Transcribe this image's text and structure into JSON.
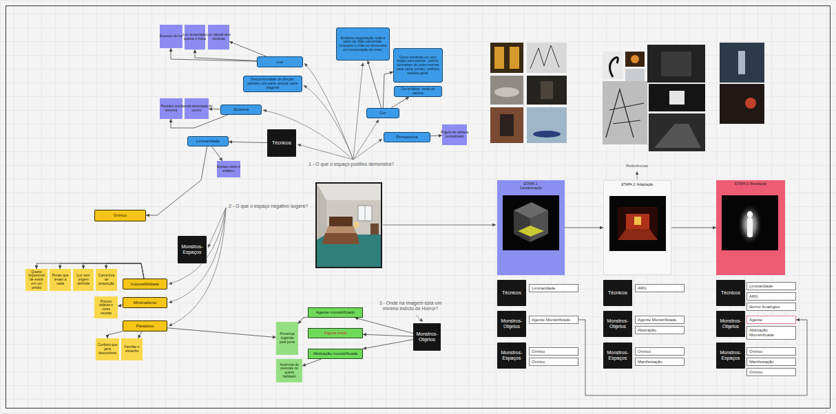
{
  "diagram": {
    "nodes": [
      {
        "text": [
          "Técnicos"
        ]
      },
      {
        "text": [
          "Luz"
        ]
      },
      {
        "text": [
          "Descontinuidade de direção: paredes com parte vertical, parte diagonal"
        ]
      },
      {
        "text": [
          "Simetria"
        ]
      },
      {
        "text": [
          "Liminaridade"
        ]
      },
      {
        "text": [
          "Evidente degradação: toda a parte do chão carcomida, enquanto o chão se demonstra em conservação do resto."
        ]
      },
      {
        "text": [
          "Cores sombrias em tons beges para parede, cortina, contrastes às cores mornas para cama (verde), melhora estética geral."
        ]
      },
      {
        "text": [
          "Cor enfática: verde do carpete"
        ]
      },
      {
        "text": [
          "Cor"
        ]
      },
      {
        "text": [
          "Perspectiva"
        ]
      },
      {
        "text": [
          "Excesso de luz"
        ]
      },
      {
        "text": [
          "Luz amarelada, quente e fraca"
        ]
      },
      {
        "text": [
          "Luz natural sem sombras"
        ]
      },
      {
        "text": [
          "Paredes sem simetria"
        ]
      },
      {
        "text": [
          "Janela deslocada do centro"
        ]
      },
      {
        "text": [
          "Espaço vazio e estático"
        ]
      },
      {
        "text": [
          "Ângulo de câmera centralizado"
        ]
      },
      {
        "text": [
          "Onírico"
        ]
      },
      {
        "text": [
          "Monstros-Espaços"
        ]
      },
      {
        "text": [
          "Impossibilidade"
        ]
      },
      {
        "text": [
          "Minimalismo"
        ]
      },
      {
        "text": [
          "Paradoxo"
        ]
      },
      {
        "text": [
          "Quarto impossível de existir em um prédio"
        ]
      },
      {
        "text": [
          "Portas que levam a nada"
        ]
      },
      {
        "text": [
          "Luz sem origem definida"
        ]
      },
      {
        "text": [
          "Cama fora de proporção"
        ]
      },
      {
        "text": [
          "Poucos objetos e cores neutras"
        ]
      },
      {
        "text": [
          "Conforto que gera desconforto"
        ]
      },
      {
        "text": [
          "Familiar e estranho"
        ]
      },
      {
        "text": [
          "Monstros-Objetos"
        ]
      },
      {
        "text": [
          "Agente monstrificado"
        ]
      },
      {
        "text": [
          "Figura irreal"
        ]
      },
      {
        "text": [
          "Abstração monstrificada"
        ]
      },
      {
        "text": [
          "Presença sugerida pela porta"
        ]
      },
      {
        "text": [
          "Ausência de pessoas no quarto habitado"
        ]
      },
      {
        "text": [
          "ETAPA 1: Contaminação"
        ]
      },
      {
        "text": [
          "ETAPA 2: Adaptação"
        ]
      },
      {
        "text": [
          "ETAPA 3: Revelação"
        ]
      },
      {
        "text": [
          "Técnicos"
        ]
      },
      {
        "text": [
          "Liminaridade"
        ]
      },
      {
        "text": [
          "Monstros-Objetos"
        ]
      },
      {
        "text": [
          "Agente Monstrificado"
        ]
      },
      {
        "text": [
          "Monstros-Espaços"
        ]
      },
      {
        "text": [
          "Onírico"
        ]
      },
      {
        "text": [
          "Onírico"
        ]
      },
      {
        "text": [
          "Técnicos"
        ]
      },
      {
        "text": [
          "ARG"
        ]
      },
      {
        "text": [
          "Monstros-Objetos"
        ]
      },
      {
        "text": [
          "Agente Monstrificado"
        ]
      },
      {
        "text": [
          "Abstração"
        ]
      },
      {
        "text": [
          "Monstros-Espaços"
        ]
      },
      {
        "text": [
          "Onírico"
        ]
      },
      {
        "text": [
          "Manifestação"
        ]
      },
      {
        "text": [
          "Técnicos"
        ]
      },
      {
        "text": [
          "Liminaridade"
        ]
      },
      {
        "text": [
          "ARG"
        ]
      },
      {
        "text": [
          "Horror Analógico"
        ]
      },
      {
        "text": [
          "Monstros-Objetos"
        ]
      },
      {
        "text": [
          "Agente"
        ]
      },
      {
        "text": [
          "Abstração Monstrificada"
        ]
      },
      {
        "text": [
          "Monstros-Espaços"
        ]
      },
      {
        "text": [
          "Onírico"
        ]
      },
      {
        "text": [
          "Manifestação"
        ]
      },
      {
        "text": [
          "Onírico"
        ]
      }
    ],
    "edges": [
      {
        "from": 0,
        "to": 4,
        "arrow": "to"
      },
      {
        "from": 1,
        "to": 10,
        "arrow": "to"
      },
      {
        "from": 1,
        "to": 11,
        "arrow": "to"
      },
      {
        "from": 1,
        "to": 12,
        "arrow": "to"
      },
      {
        "from": 3,
        "to": 13,
        "arrow": "to"
      },
      {
        "from": 3,
        "to": 14,
        "arrow": "to"
      },
      {
        "from": 4,
        "to": 15,
        "arrow": "to"
      },
      {
        "from": 4,
        "to": 17,
        "arrow": "to"
      },
      {
        "from": 8,
        "to": 5,
        "arrow": "to"
      },
      {
        "from": 8,
        "to": 6,
        "arrow": "to"
      },
      {
        "from": 8,
        "to": 7,
        "arrow": "to"
      },
      {
        "from": 9,
        "to": 16,
        "arrow": "to"
      },
      {
        "from": 19,
        "to": 22,
        "arrow": "to"
      },
      {
        "from": 19,
        "to": 23,
        "arrow": "to"
      },
      {
        "from": 19,
        "to": 24,
        "arrow": "to"
      },
      {
        "from": 19,
        "to": 25,
        "arrow": "to"
      },
      {
        "from": 20,
        "to": 26,
        "arrow": "to"
      },
      {
        "from": 21,
        "to": 27,
        "arrow": "to"
      },
      {
        "from": 21,
        "to": 28,
        "arrow": "to"
      },
      {
        "from": 21,
        "to": 33,
        "arrow": "to"
      },
      {
        "from": 29,
        "to": 30,
        "arrow": "to"
      },
      {
        "from": 29,
        "to": 31,
        "arrow": "to"
      },
      {
        "from": 29,
        "to": 32,
        "arrow": "to"
      },
      {
        "from": 30,
        "to": 33,
        "arrow": "to"
      },
      {
        "from": 32,
        "to": 34,
        "arrow": "to"
      },
      {
        "from": 35,
        "to": 36,
        "arrow": "to"
      },
      {
        "from": 36,
        "to": 37,
        "arrow": "to"
      },
      {
        "from": 41,
        "to": 58,
        "arrow": "to"
      }
    ],
    "labels": [
      "1 - O que o espaço positivo demonstra?",
      "2 - O que o espaço negativo sugere?",
      "3 - Onde na imagem está um mínimo indício de Horror?",
      "Referências"
    ]
  }
}
